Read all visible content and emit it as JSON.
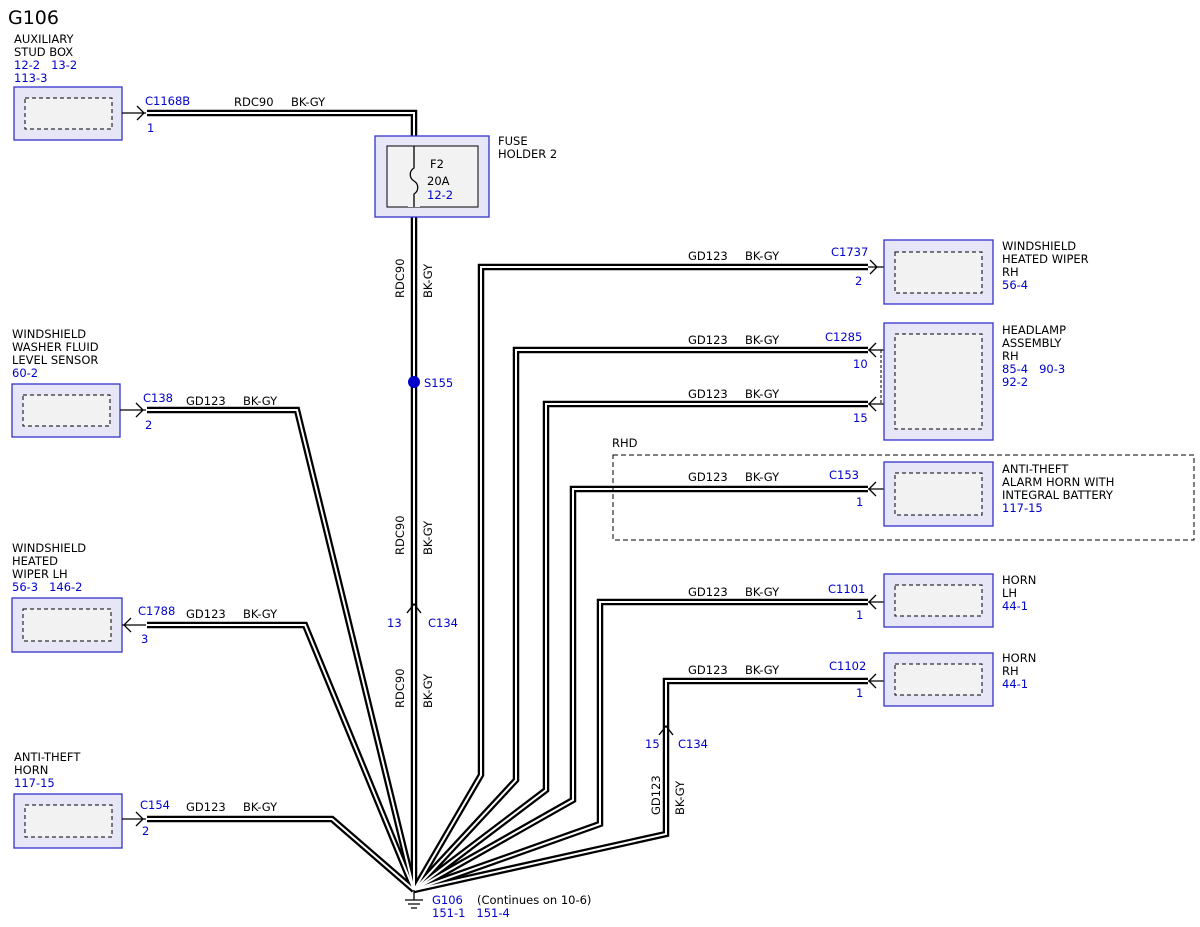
{
  "title": "G106",
  "components": {
    "aux": {
      "name": [
        "AUXILIARY",
        "STUD BOX"
      ],
      "refs": [
        "12-2   13-2",
        "113-3"
      ],
      "connector": "C1168B",
      "pin": "1"
    },
    "washer": {
      "name": [
        "WINDSHIELD",
        "WASHER FLUID",
        "LEVEL SENSOR"
      ],
      "refs": [
        "60-2"
      ],
      "connector": "C138",
      "pin": "2"
    },
    "wiper_lh": {
      "name": [
        "WINDSHIELD",
        "HEATED",
        "WIPER LH"
      ],
      "refs": [
        "56-3   146-2"
      ],
      "connector": "C1788",
      "pin": "3"
    },
    "horn_at": {
      "name": [
        "ANTI-THEFT",
        "HORN"
      ],
      "refs": [
        "117-15"
      ],
      "connector": "C154",
      "pin": "2"
    },
    "fuse": {
      "name": [
        "FUSE",
        "HOLDER 2"
      ],
      "id": "F2",
      "rating": "20A",
      "ref": "12-2"
    },
    "wiper_rh": {
      "name": [
        "WINDSHIELD",
        "HEATED WIPER",
        "RH"
      ],
      "refs": [
        "56-4"
      ],
      "connector": "C1737",
      "pin": "2"
    },
    "headlamp": {
      "name": [
        "HEADLAMP",
        "ASSEMBLY",
        "RH"
      ],
      "refs": [
        "85-4   90-3",
        "92-2"
      ],
      "connector": "C1285",
      "pin_a": "10",
      "pin_b": "15"
    },
    "alarm": {
      "name": [
        "ANTI-THEFT",
        "ALARM HORN WITH",
        "INTEGRAL BATTERY"
      ],
      "refs": [
        "117-15"
      ],
      "connector": "C153",
      "pin": "1",
      "zone": "RHD"
    },
    "horn_lh": {
      "name": [
        "HORN",
        "LH"
      ],
      "refs": [
        "44-1"
      ],
      "connector": "C1101",
      "pin": "1"
    },
    "horn_rh": {
      "name": [
        "HORN",
        "RH"
      ],
      "refs": [
        "44-1"
      ],
      "connector": "C1102",
      "pin": "1"
    }
  },
  "wires": {
    "circuit_main": "RDC90",
    "circuit_gnd": "GD123",
    "color": "BK-GY"
  },
  "splice": "S155",
  "inline": {
    "id": "C134",
    "pin_main": "13",
    "pin_rh": "15"
  },
  "ground": {
    "id": "G106",
    "note": "(Continues on 10-6)",
    "refs": "151-1   151-4"
  }
}
